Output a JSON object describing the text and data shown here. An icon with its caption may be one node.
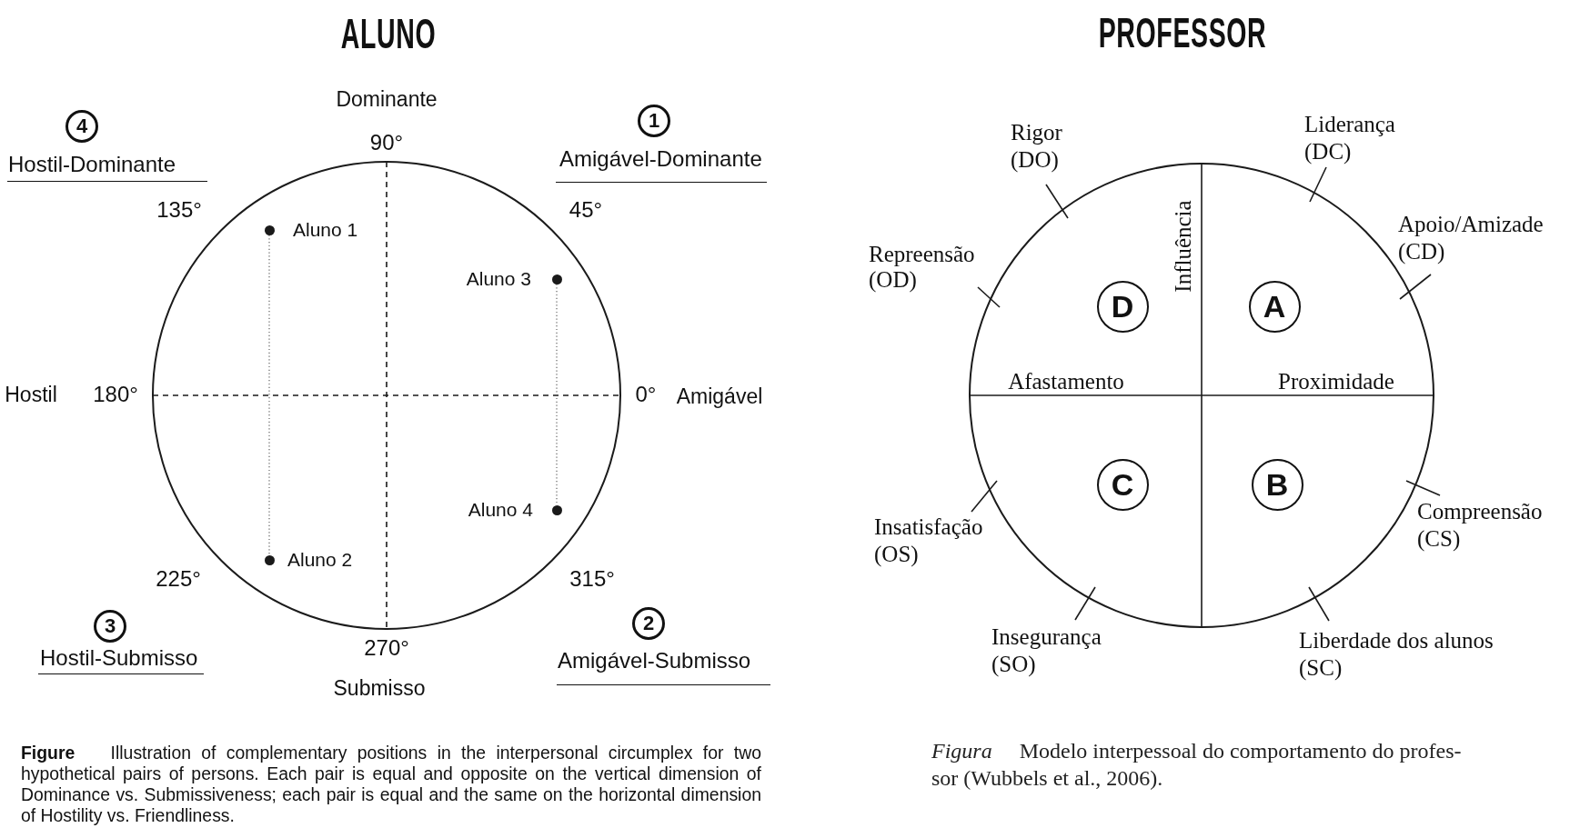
{
  "diagram": {
    "nodes": [
      {
        "text": [
          "4"
        ]
      },
      {
        "text": [
          "1"
        ]
      },
      {
        "text": [],
        "shape": "circle"
      },
      {
        "text": [],
        "shape": "circle",
        "in": 2,
        "beside": [
          "Aluno 1"
        ]
      },
      {
        "text": [],
        "shape": "circle",
        "in": 2,
        "beside": [
          "Aluno 3"
        ]
      },
      {
        "text": [],
        "shape": "circle",
        "in": 2,
        "beside": [
          "Aluno 4"
        ]
      },
      {
        "text": [],
        "shape": "circle",
        "in": 2,
        "beside": [
          "Aluno 2"
        ]
      },
      {
        "text": [
          "3"
        ]
      },
      {
        "text": [
          "2"
        ]
      },
      {
        "text": [
          "Influência",
          "Afastamento",
          "Proximidade"
        ]
      },
      {
        "text": [
          "D"
        ],
        "in": 9
      },
      {
        "text": [
          "A"
        ],
        "in": 9
      },
      {
        "text": [
          "C"
        ],
        "in": 9
      },
      {
        "text": [
          "B"
        ],
        "in": 9
      }
    ],
    "edges": [
      {
        "from": 3,
        "to": 6,
        "arrow": "none",
        "style": "dashed"
      },
      {
        "from": 4,
        "to": 5,
        "arrow": "none",
        "style": "dashed"
      }
    ],
    "labels": [
      "ALUNO",
      "Dominante",
      "Hostil-Dominante",
      "90°",
      "Amigável-Dominante",
      "135°",
      "45°",
      "Hostil",
      "180°",
      "0°",
      "Amigável",
      "225°",
      "315°",
      "270°",
      "Hostil-Submisso",
      "Amigável-Submisso",
      "Submisso",
      "**Figure** Illustration of complementary positions in the interpersonal circumplex for two hypothetical pairs of persons. Each pair is equal and opposite on the vertical dimension of Dominance vs. Submissiveness; each pair is equal and the same on the horizontal dimension of Hostility vs. Friendliness.",
      "PROFESSOR",
      "Rigor (DO)",
      "Liderança (DC)",
      "Apoio/Amizade (CD)",
      "Repreensão (OD)",
      "Insatisfação (OS)",
      "Compreensão (CS)",
      "Insegurança (SO)",
      "Liberdade dos alunos (SC)",
      "*Figura* Modelo interpessoal do comportamento do profes- sor (Wubbels et al., 2006)."
    ]
  }
}
